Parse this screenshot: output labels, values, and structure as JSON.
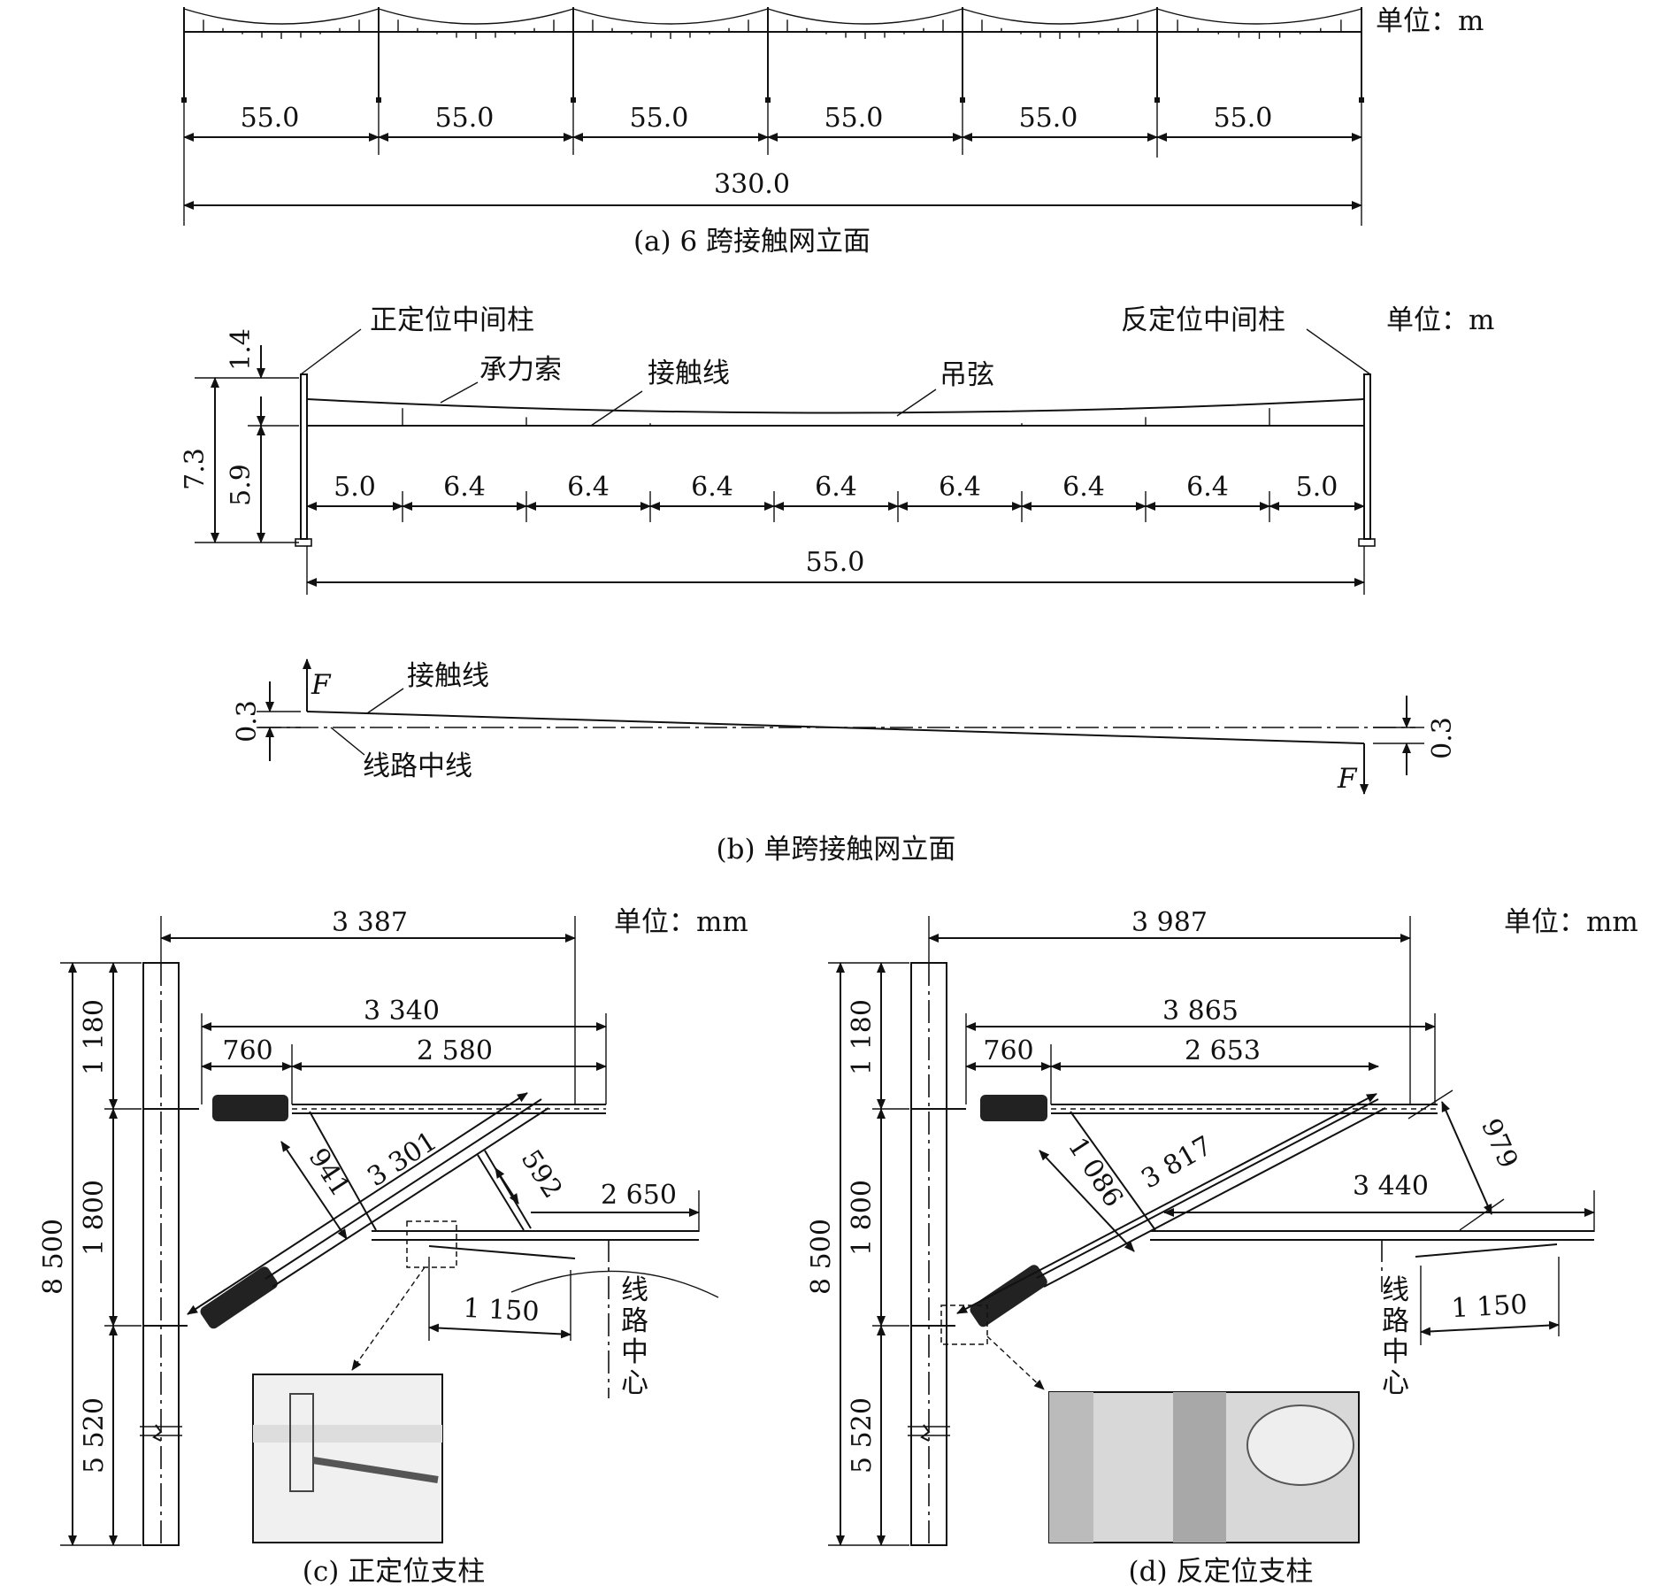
{
  "panel_a": {
    "unit": "单位：m",
    "spans": [
      "55.0",
      "55.0",
      "55.0",
      "55.0",
      "55.0",
      "55.0"
    ],
    "total": "330.0",
    "caption": "(a) 6 跨接触网立面"
  },
  "panel_b": {
    "unit": "单位：m",
    "label_left_pole": "正定位中间柱",
    "label_right_pole": "反定位中间柱",
    "label_messenger": "承力索",
    "label_contact": "接触线",
    "label_dropper": "吊弦",
    "h_total": "7.3",
    "h_lower": "5.9",
    "h_upper": "1.4",
    "segments": [
      "5.0",
      "6.4",
      "6.4",
      "6.4",
      "6.4",
      "6.4",
      "6.4",
      "6.4",
      "5.0"
    ],
    "total": "55.0",
    "plan_contact": "接触线",
    "plan_centerline": "线路中线",
    "force_left": "F",
    "force_right": "F",
    "offset_left": "0.3",
    "offset_right": "0.3",
    "caption": "(b) 单跨接触网立面"
  },
  "panel_c": {
    "unit": "单位：mm",
    "dim_top": "3 387",
    "dim_arm": "3 340",
    "dim_760": "760",
    "dim_2580": "2 580",
    "dim_diag": "3 301",
    "dim_941": "941",
    "dim_592": "592",
    "dim_2650": "2 650",
    "dim_1150": "1 150",
    "dim_total": "8 500",
    "dim_1180": "1 180",
    "dim_1800": "1 800",
    "dim_5520": "5 520",
    "track_label": [
      "线",
      "路",
      "中",
      "心"
    ],
    "caption": "(c) 正定位支柱"
  },
  "panel_d": {
    "unit": "单位：mm",
    "dim_top": "3 987",
    "dim_arm": "3 865",
    "dim_760": "760",
    "dim_2653": "2 653",
    "dim_diag": "3 817",
    "dim_1086": "1 086",
    "dim_979": "979",
    "dim_3440": "3 440",
    "dim_1150": "1 150",
    "dim_total": "8 500",
    "dim_1180": "1 180",
    "dim_1800": "1 800",
    "dim_5520": "5 520",
    "track_label": [
      "线",
      "路",
      "中",
      "心"
    ],
    "caption": "(d) 反定位支柱"
  }
}
